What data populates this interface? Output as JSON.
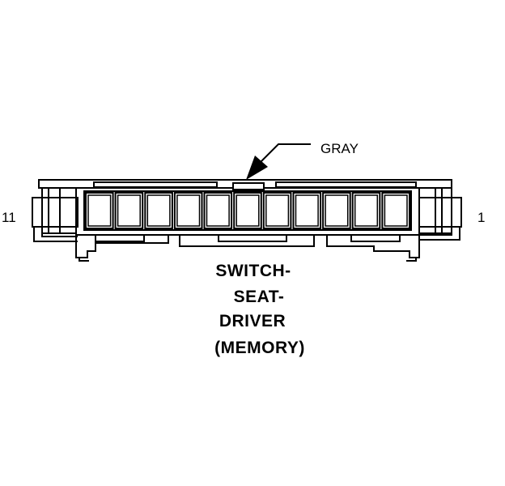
{
  "connector": {
    "color": "GRAY",
    "pin_left": "11",
    "pin_right": "1",
    "cavity_count": 11
  },
  "title": {
    "line1": "SWITCH-",
    "line2": "SEAT-",
    "line3": "DRIVER",
    "line4": "(MEMORY)"
  }
}
